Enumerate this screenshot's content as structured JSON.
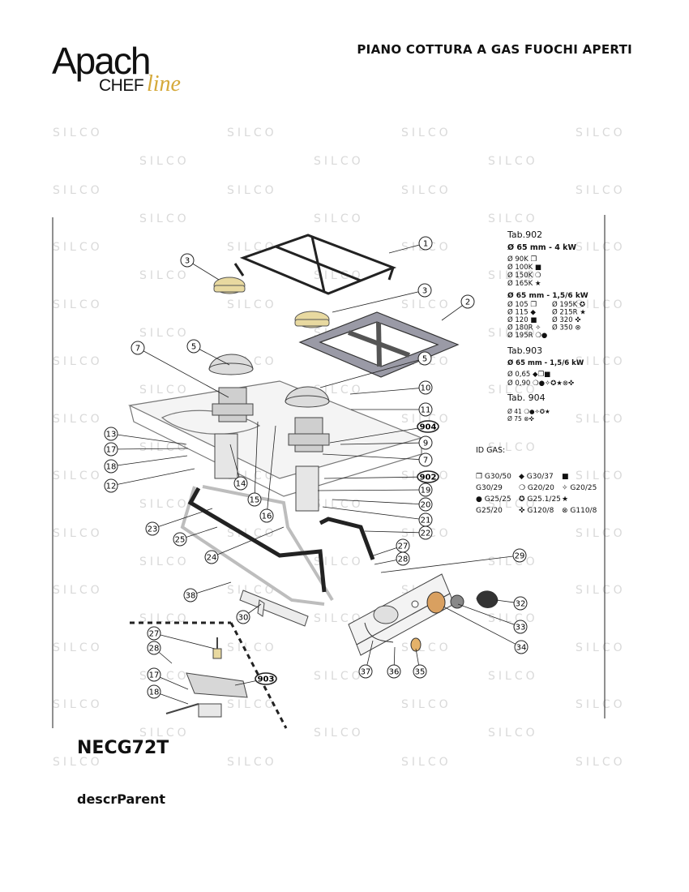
{
  "header": {
    "brand": "Apach",
    "brand_chef": "CHEF",
    "brand_line": "line",
    "title": "PIANO COTTURA A GAS FUOCHI APERTI"
  },
  "watermark": "SILCO",
  "callouts": [
    "1",
    "2",
    "3",
    "3",
    "5",
    "5",
    "7",
    "7",
    "9",
    "10",
    "11",
    "12",
    "13",
    "14",
    "15",
    "16",
    "17",
    "17",
    "18",
    "18",
    "19",
    "20",
    "21",
    "22",
    "23",
    "24",
    "25",
    "27",
    "27",
    "28",
    "28",
    "29",
    "30",
    "32",
    "33",
    "34",
    "35",
    "36",
    "37",
    "38",
    "902",
    "903",
    "904"
  ],
  "tables": {
    "t902_title": "Tab.902",
    "t902_h1": "Ø 65 mm - 4 kW",
    "t902_a": [
      "Ø 90K ❐",
      "Ø 100K ■",
      "Ø 150K ❍",
      "Ø 165K ★"
    ],
    "t902_h2": "Ø 65 mm - 1,5/6 kW",
    "t902_b_left": [
      "Ø 105 ❐",
      "Ø 115 ◆",
      "Ø 120 ■",
      "Ø 180R ✧",
      "Ø 195R ❍●"
    ],
    "t902_b_right": [
      "Ø 195K ✪",
      "Ø 215R ★",
      "Ø 320 ✜",
      "Ø 350 ⊗"
    ],
    "t903_title": "Tab.903",
    "t903_h": "Ø 65 mm - 1,5/6 kW",
    "t903_rows": [
      "Ø 0,65 ◆❐■",
      "Ø 0,90 ❍●✧✪★⊗✜"
    ],
    "t904_title": "Tab. 904",
    "t904_rows": [
      "Ø 41 ❍●✧✪★",
      "Ø 75 ⊗✜"
    ]
  },
  "gas": {
    "title": "ID GAS:",
    "row1": [
      "❐ G30/50",
      "◆ G30/37",
      "■"
    ],
    "row2": [
      "G30/29",
      "❍ G20/20",
      "✧ G20/25"
    ],
    "row3": [
      "● G25/25",
      "✪ G25.1/25",
      "★"
    ],
    "row4": [
      "G25/20",
      "✜ G120/8",
      "⊗ G110/8"
    ]
  },
  "footer": {
    "model": "NECG72T",
    "description": "descrParent"
  }
}
